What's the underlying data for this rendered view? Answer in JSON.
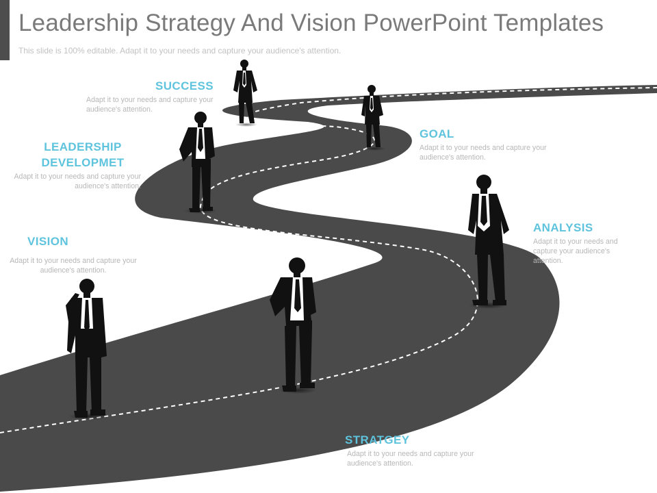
{
  "slide": {
    "title": "Leadership Strategy And Vision PowerPoint Templates",
    "subtitle": "This slide is 100% editable. Adapt it to your needs and capture your audience's attention."
  },
  "colors": {
    "accent": "#5ec3dd",
    "road": "#4a4a4a",
    "dash": "#ffffff",
    "silhouette": "#111111",
    "title_text": "#7a7a7a",
    "body_text": "#b7b7b7"
  },
  "stages": [
    {
      "id": "success",
      "title": "SUCCESS",
      "description": "Adapt it to your needs and capture your audience's attention."
    },
    {
      "id": "goal",
      "title": "GOAL",
      "description": "Adapt it to your needs and capture your audience's attention."
    },
    {
      "id": "leadership",
      "title": "LEADERSHIP DEVELOPMET",
      "description": "Adapt it to your needs and capture your audience's attention."
    },
    {
      "id": "analysis",
      "title": "ANALYSIS",
      "description": "Adapt it to your needs and capture your audience's attention."
    },
    {
      "id": "vision",
      "title": "VISION",
      "description": "Adapt it to your needs and capture your audience's attention."
    },
    {
      "id": "strategy",
      "title": "STRATGEY",
      "description": "Adapt it to your needs and capture your audience's attention."
    }
  ],
  "figures": [
    {
      "id": "businessman-success",
      "pose": "hands-in-pockets"
    },
    {
      "id": "businessman-goal",
      "pose": "hands-in-pockets"
    },
    {
      "id": "businessman-leadership",
      "pose": "hand-on-hip"
    },
    {
      "id": "businessman-analysis",
      "pose": "hands-in-pockets"
    },
    {
      "id": "businessman-vision",
      "pose": "phone-call"
    },
    {
      "id": "businessman-strategy",
      "pose": "hand-on-hip"
    }
  ]
}
